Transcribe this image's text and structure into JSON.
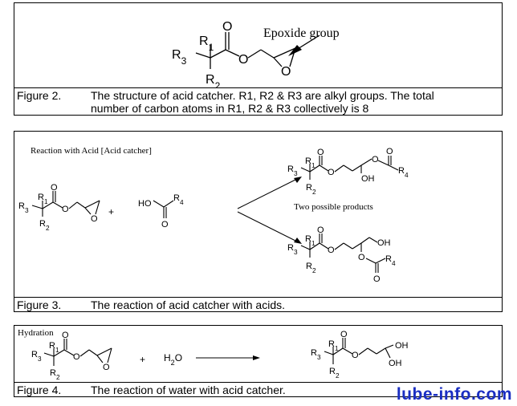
{
  "fig2": {
    "epoxide_label": "Epoxide group",
    "substituents": {
      "r1": "R1",
      "r2": "R2",
      "r3": "R3"
    },
    "atoms": {
      "o1": "O",
      "o2": "O",
      "o3": "O"
    },
    "caption_number": "Figure 2.",
    "caption_line1": "The structure of acid catcher.  R1, R2 & R3 are alkyl groups.  The total",
    "caption_line2": "number of carbon atoms in R1, R2 & R3 collectively is 8"
  },
  "fig3": {
    "title": "Reaction with Acid [Acid catcher]",
    "plus": "+",
    "acid": {
      "ho": "HO",
      "o": "O",
      "r4": "R4"
    },
    "reactant": {
      "r1": "R1",
      "r2": "R2",
      "r3": "R3",
      "o1": "O",
      "o2": "O",
      "o3": "O"
    },
    "product1": {
      "r1": "R1",
      "r2": "R2",
      "r3": "R3",
      "o1": "O",
      "o2": "O",
      "o3": "O",
      "o4": "O",
      "oh": "OH",
      "r4": "R4"
    },
    "product2": {
      "r1": "R1",
      "r2": "R2",
      "r3": "R3",
      "o1": "O",
      "o2": "O",
      "o3": "O",
      "o4": "O",
      "oh": "OH",
      "r4": "R4"
    },
    "products_note": "Two possible products",
    "caption_number": "Figure 3.",
    "caption_text": "The reaction of acid catcher with acids."
  },
  "fig4": {
    "title": "Hydration",
    "plus": "+",
    "water": "H2O",
    "reactant": {
      "r1": "R1",
      "r2": "R2",
      "r3": "R3",
      "o1": "O",
      "o2": "O",
      "o3": "O"
    },
    "product": {
      "r1": "R1",
      "r2": "R2",
      "r3": "R3",
      "o1": "O",
      "o2": "O",
      "oh1": "OH",
      "oh2": "OH"
    },
    "caption_number": "Figure 4.",
    "caption_text": "The reaction of water with acid catcher."
  },
  "watermark": "lube-info.com"
}
